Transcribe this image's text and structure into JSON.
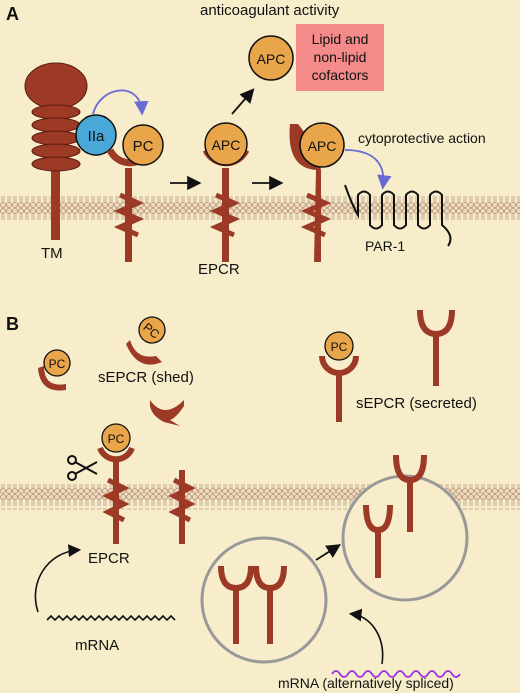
{
  "panel_a": {
    "label": "A",
    "anticoagulant_label": "anticoagulant activity",
    "cofactor_line1": "Lipid and",
    "cofactor_line2": "non-lipid",
    "cofactor_line3": "cofactors",
    "cytoprotective_label": "cytoprotective action",
    "tm_label": "TM",
    "epcr_label": "EPCR",
    "par1_label": "PAR-1",
    "thrombin_label": "IIa",
    "pc_label": "PC",
    "apc_label": "APC"
  },
  "panel_b": {
    "label": "B",
    "shed_label": "sEPCR (shed)",
    "secreted_label": "sEPCR (secreted)",
    "epcr_label": "EPCR",
    "mrna_label": "mRNA",
    "mrna_alt_label": "mRNA (alternatively spliced)",
    "pc_label": "PC"
  },
  "colors": {
    "background": "#f7edcb",
    "receptor": "#9c3a26",
    "protein": "#e8a54a",
    "thrombin": "#4aa8d8",
    "cofactor_box": "#f48a8a",
    "alt_mrna": "#9b30e0",
    "arrow_blue": "#6a6ad6"
  }
}
